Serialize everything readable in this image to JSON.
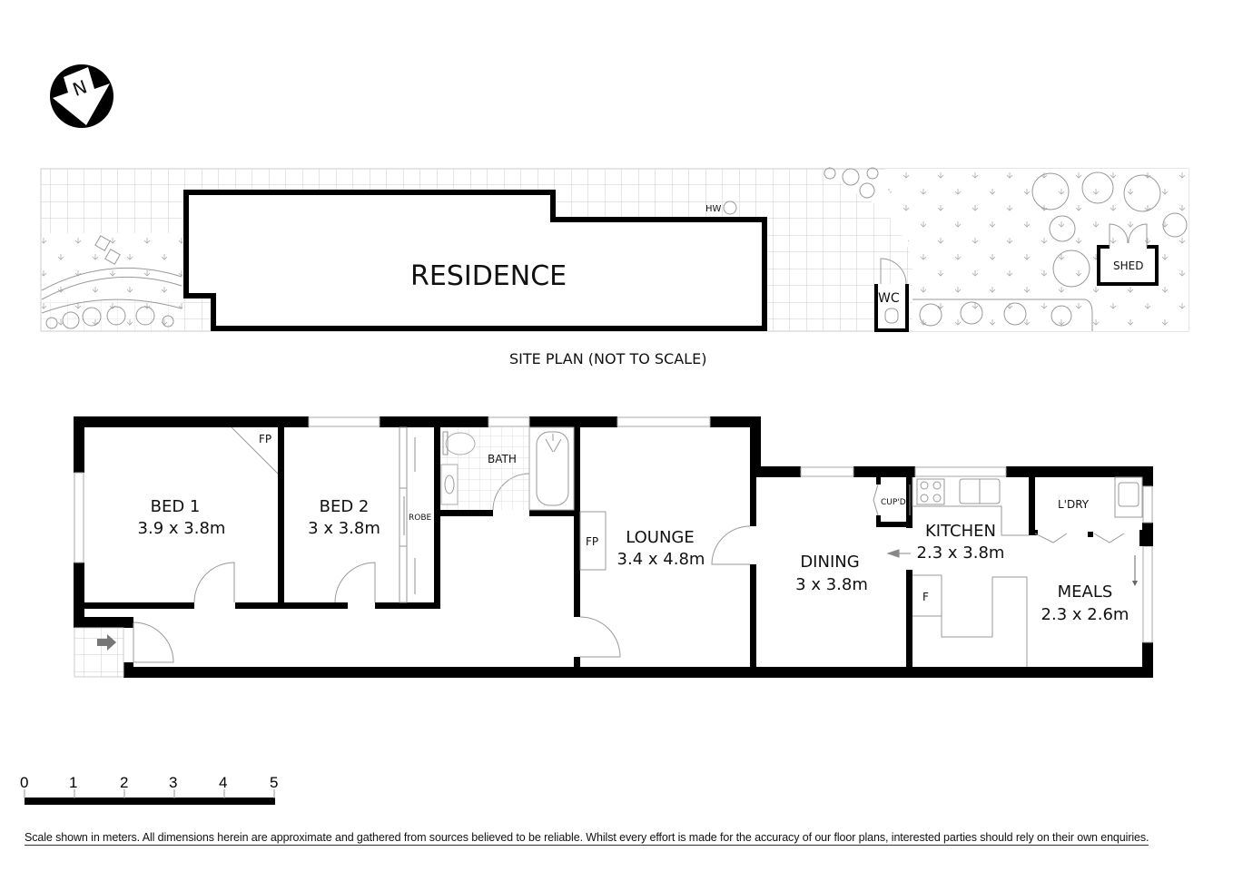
{
  "compass": {
    "label": "N",
    "icon": "north-arrow-icon"
  },
  "site_plan": {
    "residence_label": "RESIDENCE",
    "hw_label": "HW",
    "wc_label": "WC",
    "shed_label": "SHED",
    "caption": "SITE PLAN (NOT TO SCALE)"
  },
  "rooms": {
    "bed1": {
      "name": "BED 1",
      "dims": "3.9 x 3.8m"
    },
    "bed2": {
      "name": "BED 2",
      "dims": "3 x 3.8m"
    },
    "bath": {
      "name": "BATH"
    },
    "robe": {
      "name": "ROBE"
    },
    "lounge": {
      "name": "LOUNGE",
      "dims": "3.4 x 4.8m"
    },
    "dining": {
      "name": "DINING",
      "dims": "3 x 3.8m"
    },
    "kitchen": {
      "name": "KITCHEN",
      "dims": "2.3 x 3.8m"
    },
    "meals": {
      "name": "MEALS",
      "dims": "2.3 x 2.6m"
    },
    "laundry": {
      "name": "L'DRY"
    },
    "cupboard": {
      "name": "CUP'D"
    }
  },
  "fixtures": {
    "fp_bed1": "FP",
    "fp_lounge": "FP",
    "fridge": "F"
  },
  "scale_bar": {
    "ticks": [
      "0",
      "1",
      "2",
      "3",
      "4",
      "5"
    ],
    "unit": "meters"
  },
  "disclaimer": "Scale shown in meters. All dimensions herein are approximate and gathered from sources believed to be  reliable. Whilst every effort is made for the accuracy of our floor plans, interested parties should rely on their own enquiries.",
  "colors": {
    "wall": "#000000",
    "line": "#999999",
    "entry_arrow": "#777777"
  }
}
